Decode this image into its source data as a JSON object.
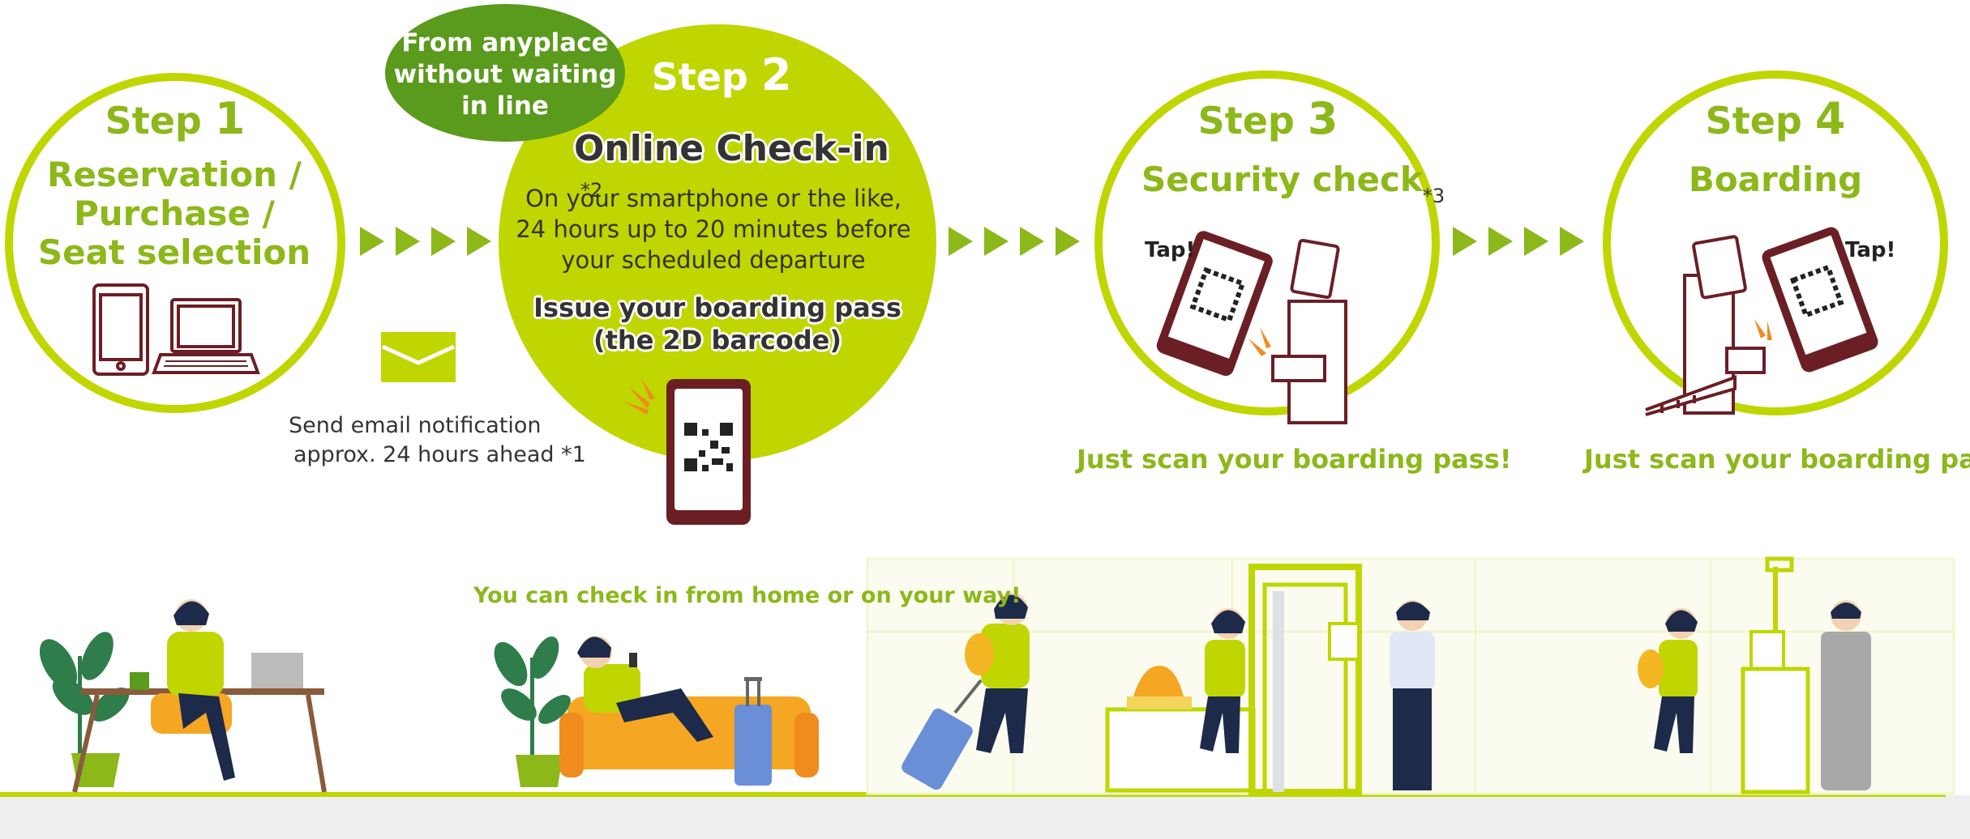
{
  "steps": [
    {
      "label": "Step",
      "number": "1",
      "heading_lines": [
        "Reservation /",
        "Purchase /",
        "Seat selection"
      ]
    },
    {
      "label": "Step",
      "number": "2",
      "heading": "Online Check-in",
      "footnote": "*2",
      "description_lines": [
        "On your smartphone or the like,",
        "24 hours up to 20 minutes before",
        "your scheduled departure"
      ],
      "issue_lines": [
        "Issue your boarding pass",
        "(the 2D barcode)"
      ],
      "bubble_lines": [
        "From anyplace",
        "without waiting",
        "in line"
      ]
    },
    {
      "label": "Step",
      "number": "3",
      "heading": "Security check",
      "footnote": "*3",
      "tap": "Tap!",
      "caption": "Just scan your boarding pass!"
    },
    {
      "label": "Step",
      "number": "4",
      "heading": "Boarding",
      "tap": "Tap!",
      "caption": "Just scan your boarding pass!"
    }
  ],
  "email_note_lines": [
    "Send email notification",
    "approx. 24 hours ahead *1"
  ],
  "home_caption": "You can check in from home or on your way!",
  "colors": {
    "accent": "#bfd600",
    "accent_text": "#8cb81a",
    "bubble": "#5a9a1c",
    "outline": "#6b1f24"
  }
}
